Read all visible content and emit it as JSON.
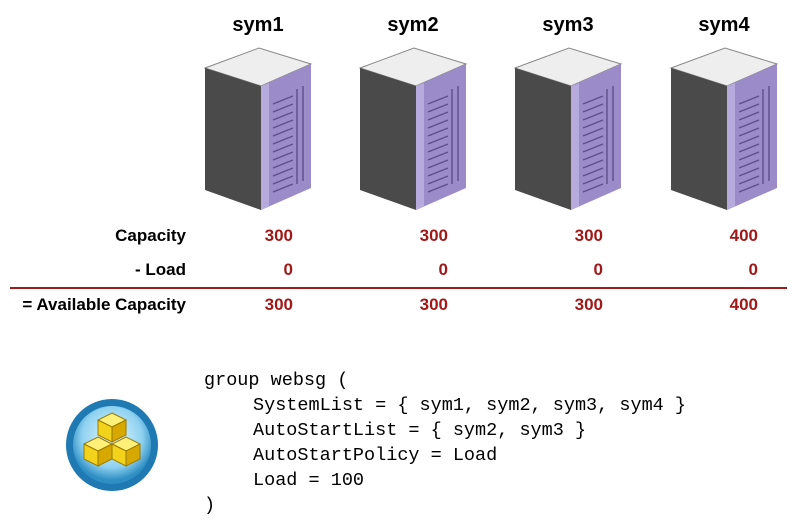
{
  "systems": [
    {
      "name": "sym1",
      "capacity": "300",
      "load": "0",
      "available": "300"
    },
    {
      "name": "sym2",
      "capacity": "300",
      "load": "0",
      "available": "300"
    },
    {
      "name": "sym3",
      "capacity": "300",
      "load": "0",
      "available": "300"
    },
    {
      "name": "sym4",
      "capacity": "400",
      "load": "0",
      "available": "400"
    }
  ],
  "labels": {
    "capacity": "Capacity",
    "load": "- Load",
    "available": "= Available Capacity"
  },
  "code": [
    "group websg (",
    "SystemList = { sym1, sym2, sym3, sym4 }",
    "AutoStartList = { sym2, sym3 }",
    "AutoStartPolicy = Load",
    "Load = 100",
    ")"
  ],
  "colors": {
    "value_red": "#a01818",
    "divider_red": "#a31a1a",
    "server_purple": "#9b8bc8",
    "cube_yellow": "#f2d21a"
  },
  "icons": {
    "server": "server-tower-icon",
    "logo": "cluster-cubes-icon"
  }
}
